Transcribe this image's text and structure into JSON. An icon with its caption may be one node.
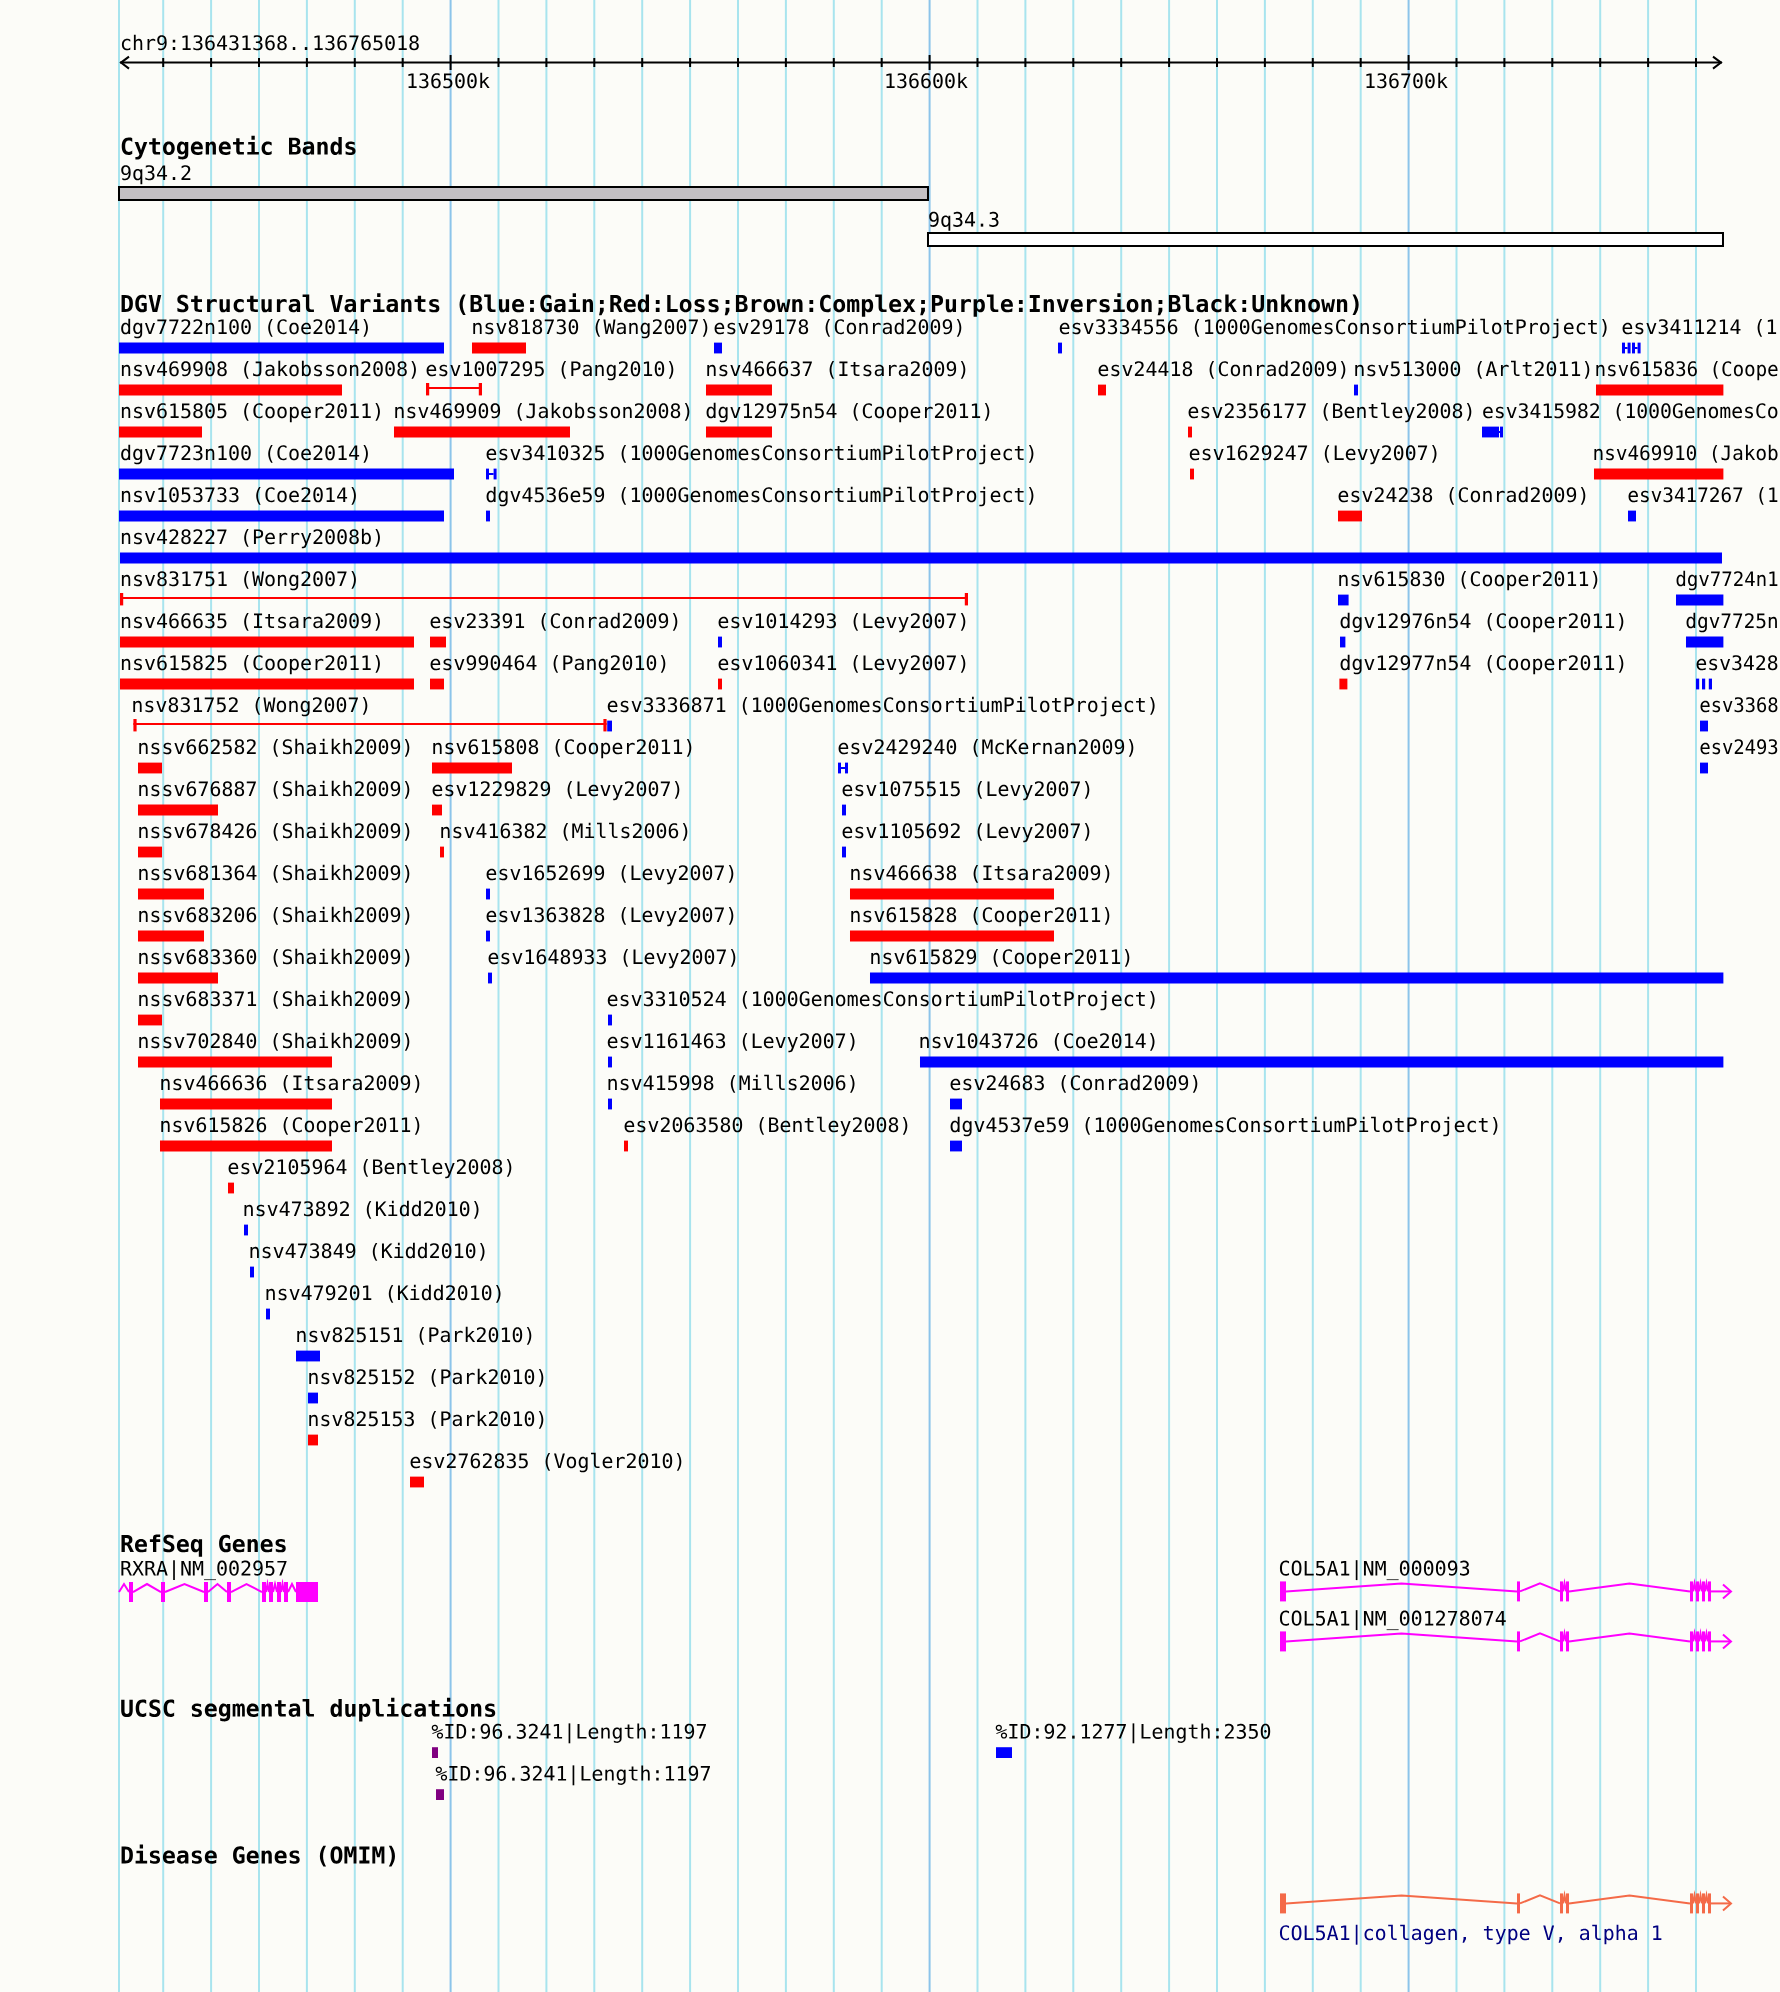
{
  "diagram": {
    "labels": [
      "chr9:136431368..136765018",
      "136500k",
      "136600k",
      "136700k",
      "Cytogenetic Bands",
      "9q34.2",
      "9q34.3",
      "DGV Structural Variants (Blue:Gain;Red:Loss;Brown:Complex;Purple:Inversion;Black:Unknown)",
      "dgv7722n100 (Coe2014)",
      "nsv818730 (Wang2007)",
      "esv29178 (Conrad2009)",
      "esv3334556 (1000GenomesConsortiumPilotProject)",
      "esv3411214 (1",
      "nsv469908 (Jakobsson2008)",
      "esv1007295 (Pang2010)",
      "nsv466637 (Itsara2009)",
      "esv24418 (Conrad2009)",
      "nsv513000 (Arlt2011)",
      "nsv615836 (Coope",
      "nsv615805 (Cooper2011)",
      "nsv469909 (Jakobsson2008)",
      "dgv12975n54 (Cooper2011)",
      "esv2356177 (Bentley2008)",
      "esv3415982 (1000GenomesCo",
      "dgv7723n100 (Coe2014)",
      "esv3410325 (1000GenomesConsortiumPilotProject)",
      "esv1629247 (Levy2007)",
      "nsv469910 (Jakob",
      "nsv1053733 (Coe2014)",
      "dgv4536e59 (1000GenomesConsortiumPilotProject)",
      "esv24238 (Conrad2009)",
      "esv3417267 (1",
      "nsv428227 (Perry2008b)",
      "nsv831751 (Wong2007)",
      "nsv615830 (Cooper2011)",
      "dgv7724n1",
      "nsv466635 (Itsara2009)",
      "esv23391 (Conrad2009)",
      "esv1014293 (Levy2007)",
      "dgv12976n54 (Cooper2011)",
      "dgv7725n",
      "nsv615825 (Cooper2011)",
      "esv990464 (Pang2010)",
      "esv1060341 (Levy2007)",
      "dgv12977n54 (Cooper2011)",
      "esv3428",
      "nsv831752 (Wong2007)",
      "esv3336871 (1000GenomesConsortiumPilotProject)",
      "esv3368",
      "nssv662582 (Shaikh2009)",
      "nsv615808 (Cooper2011)",
      "esv2429240 (McKernan2009)",
      "esv2493",
      "nssv676887 (Shaikh2009)",
      "esv1229829 (Levy2007)",
      "esv1075515 (Levy2007)",
      "nssv678426 (Shaikh2009)",
      "nsv416382 (Mills2006)",
      "esv1105692 (Levy2007)",
      "nssv681364 (Shaikh2009)",
      "esv1652699 (Levy2007)",
      "nsv466638 (Itsara2009)",
      "nssv683206 (Shaikh2009)",
      "esv1363828 (Levy2007)",
      "nsv615828 (Cooper2011)",
      "nssv683360 (Shaikh2009)",
      "esv1648933 (Levy2007)",
      "nsv615829 (Cooper2011)",
      "nssv683371 (Shaikh2009)",
      "esv3310524 (1000GenomesConsortiumPilotProject)",
      "nssv702840 (Shaikh2009)",
      "esv1161463 (Levy2007)",
      "nsv1043726 (Coe2014)",
      "nsv466636 (Itsara2009)",
      "nsv415998 (Mills2006)",
      "esv24683 (Conrad2009)",
      "nsv615826 (Cooper2011)",
      "esv2063580 (Bentley2008)",
      "dgv4537e59 (1000GenomesConsortiumPilotProject)",
      "esv2105964 (Bentley2008)",
      "nsv473892 (Kidd2010)",
      "nsv473849 (Kidd2010)",
      "nsv479201 (Kidd2010)",
      "nsv825151 (Park2010)",
      "nsv825152 (Park2010)",
      "nsv825153 (Park2010)",
      "esv2762835 (Vogler2010)",
      "RefSeq Genes",
      "RXRA|NM_002957",
      "COL5A1|NM_000093",
      "COL5A1|NM_001278074",
      "UCSC segmental duplications",
      "%ID:96.3241|Length:1197",
      "%ID:92.1277|Length:2350",
      "%ID:96.3241|Length:1197",
      "Disease Genes (OMIM)",
      "COL5A1|collagen, type V, alpha 1"
    ]
  }
}
